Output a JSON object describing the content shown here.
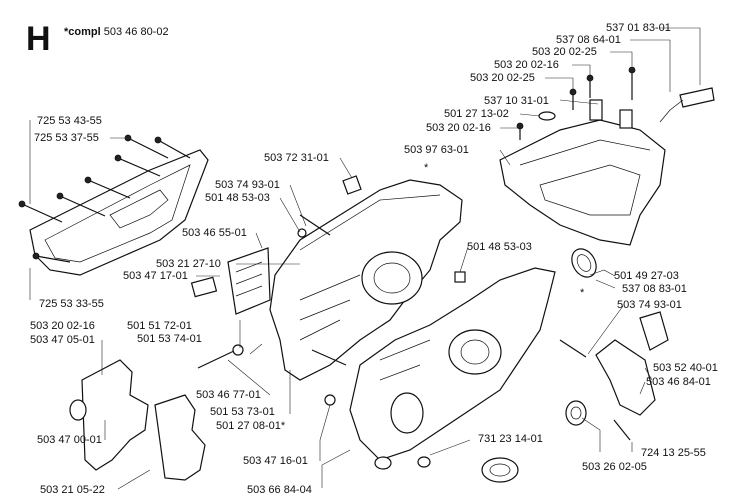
{
  "header": {
    "section_letter": "H",
    "compl_label": "*compl",
    "compl_number": "503 46 80-02"
  },
  "parts": [
    {
      "id": "p1",
      "label": "537 01 83-01"
    },
    {
      "id": "p2",
      "label": "537 08 64-01"
    },
    {
      "id": "p3",
      "label": "503 20 02-25"
    },
    {
      "id": "p4",
      "label": "503 20 02-16"
    },
    {
      "id": "p5",
      "label": "503 20 02-25"
    },
    {
      "id": "p6",
      "label": "537 10 31-01"
    },
    {
      "id": "p7",
      "label": "501 27 13-02"
    },
    {
      "id": "p8",
      "label": "503 20 02-16"
    },
    {
      "id": "p9",
      "label": "503 97 63-01"
    },
    {
      "id": "p10",
      "label": "725 53 43-55"
    },
    {
      "id": "p11",
      "label": "725 53 37-55"
    },
    {
      "id": "p12",
      "label": "503 72 31-01"
    },
    {
      "id": "p13",
      "label": "503 74 93-01"
    },
    {
      "id": "p14",
      "label": "501 48 53-03"
    },
    {
      "id": "p15",
      "label": "503 46 55-01"
    },
    {
      "id": "p16",
      "label": "501 48 53-03"
    },
    {
      "id": "p17",
      "label": "503 21 27-10"
    },
    {
      "id": "p18",
      "label": "503 47 17-01"
    },
    {
      "id": "p19",
      "label": "501 49 27-03"
    },
    {
      "id": "p20",
      "label": "537 08 83-01"
    },
    {
      "id": "p21",
      "label": "725 53 33-55"
    },
    {
      "id": "p22",
      "label": "503 74 93-01"
    },
    {
      "id": "p23",
      "label": "503 20 02-16"
    },
    {
      "id": "p24",
      "label": "501 51 72-01"
    },
    {
      "id": "p25",
      "label": "503 47 05-01"
    },
    {
      "id": "p26",
      "label": "501 53 74-01"
    },
    {
      "id": "p27",
      "label": "503 52 40-01"
    },
    {
      "id": "p28",
      "label": "503 46 84-01"
    },
    {
      "id": "p29",
      "label": "503 46 77-01"
    },
    {
      "id": "p30",
      "label": "501 53 73-01"
    },
    {
      "id": "p31",
      "label": "501 27 08-01*"
    },
    {
      "id": "p32",
      "label": "503 47 00-01"
    },
    {
      "id": "p33",
      "label": "724 13 25-55"
    },
    {
      "id": "p34",
      "label": "731 23 14-01"
    },
    {
      "id": "p35",
      "label": "503 47 16-01"
    },
    {
      "id": "p36",
      "label": "503 26 02-05"
    },
    {
      "id": "p37",
      "label": "503 21 05-22"
    },
    {
      "id": "p38",
      "label": "503 66 84-04"
    }
  ],
  "markers": {
    "asterisk": "*"
  }
}
